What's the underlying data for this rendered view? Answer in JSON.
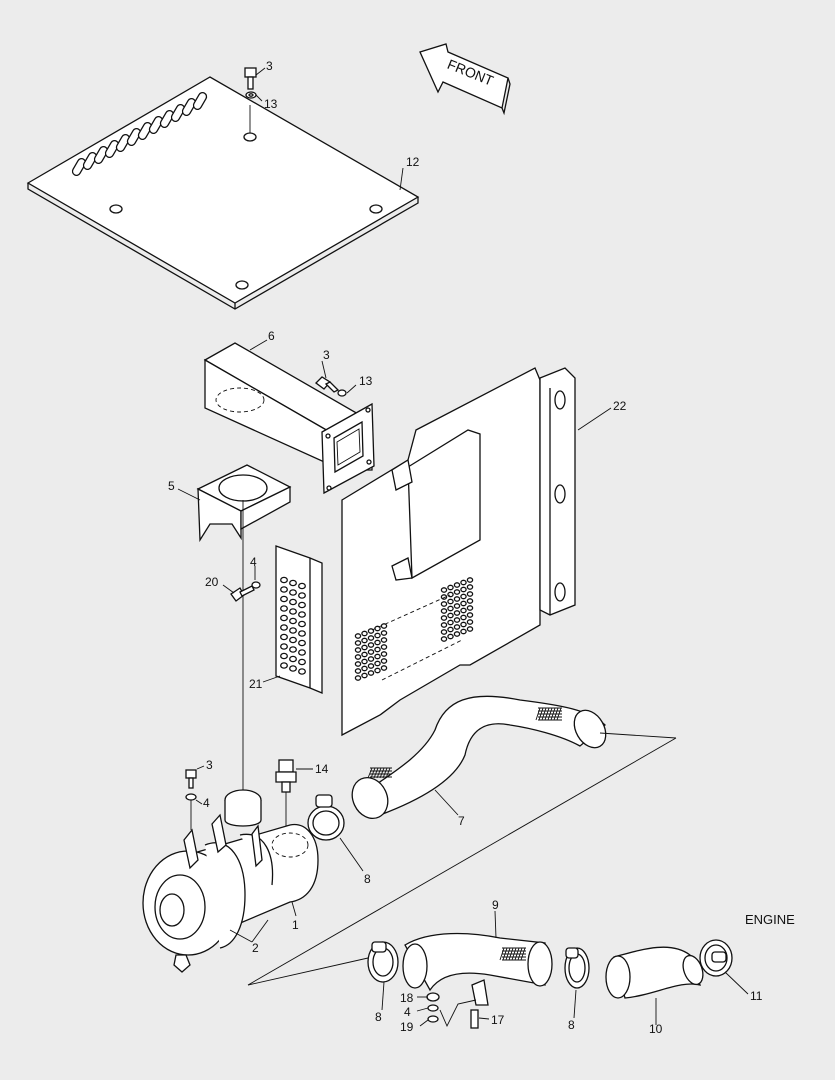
{
  "diagram": {
    "front_label": "FRONT",
    "engine_label": "ENGINE",
    "callouts": [
      {
        "id": "c-3a",
        "text": "3"
      },
      {
        "id": "c-13a",
        "text": "13"
      },
      {
        "id": "c-12",
        "text": "12"
      },
      {
        "id": "c-6",
        "text": "6"
      },
      {
        "id": "c-3b",
        "text": "3"
      },
      {
        "id": "c-13b",
        "text": "13"
      },
      {
        "id": "c-22",
        "text": "22"
      },
      {
        "id": "c-5",
        "text": "5"
      },
      {
        "id": "c-4a",
        "text": "4"
      },
      {
        "id": "c-20",
        "text": "20"
      },
      {
        "id": "c-21",
        "text": "21"
      },
      {
        "id": "c-3c",
        "text": "3"
      },
      {
        "id": "c-4b",
        "text": "4"
      },
      {
        "id": "c-14",
        "text": "14"
      },
      {
        "id": "c-7",
        "text": "7"
      },
      {
        "id": "c-8a",
        "text": "8"
      },
      {
        "id": "c-1",
        "text": "1"
      },
      {
        "id": "c-2",
        "text": "2"
      },
      {
        "id": "c-9",
        "text": "9"
      },
      {
        "id": "c-18",
        "text": "18"
      },
      {
        "id": "c-4c",
        "text": "4"
      },
      {
        "id": "c-19",
        "text": "19"
      },
      {
        "id": "c-17",
        "text": "17"
      },
      {
        "id": "c-8b",
        "text": "8"
      },
      {
        "id": "c-8c",
        "text": "8"
      },
      {
        "id": "c-10",
        "text": "10"
      },
      {
        "id": "c-11",
        "text": "11"
      }
    ]
  }
}
